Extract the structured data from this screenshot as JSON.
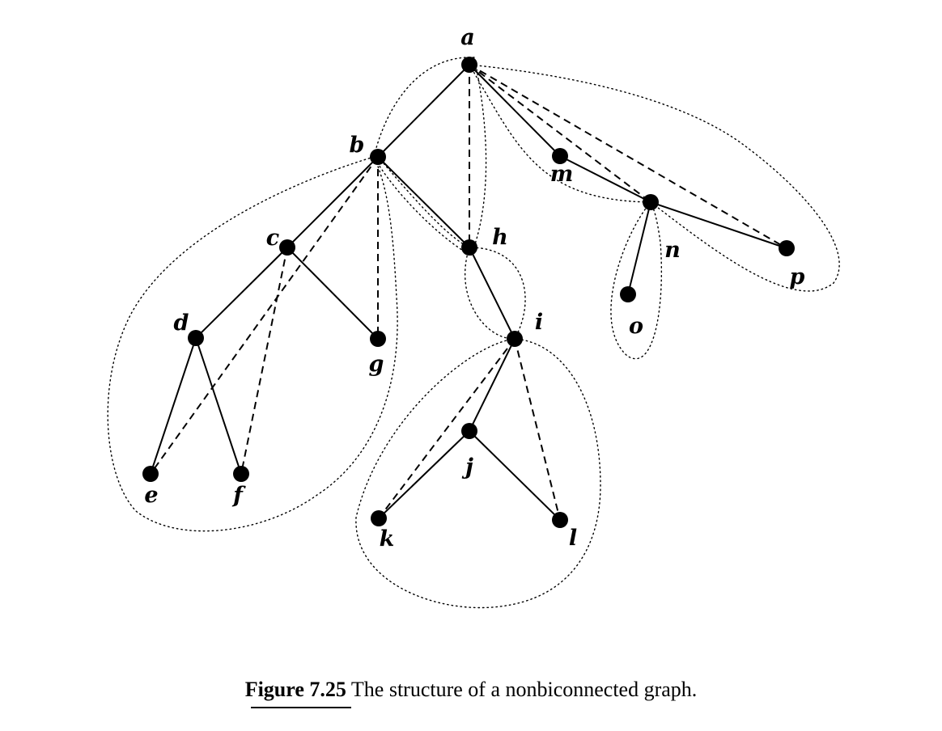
{
  "figure": {
    "caption_label": "Figure 7.25",
    "caption_text": "The structure of a nonbiconnected graph."
  },
  "graph": {
    "nodes": [
      "a",
      "b",
      "c",
      "d",
      "e",
      "f",
      "g",
      "h",
      "i",
      "j",
      "k",
      "l",
      "m",
      "n",
      "o",
      "p"
    ],
    "tree_edges": [
      [
        "a",
        "b"
      ],
      [
        "b",
        "c"
      ],
      [
        "c",
        "d"
      ],
      [
        "d",
        "e"
      ],
      [
        "d",
        "f"
      ],
      [
        "c",
        "g"
      ],
      [
        "b",
        "h"
      ],
      [
        "h",
        "i"
      ],
      [
        "i",
        "j"
      ],
      [
        "j",
        "k"
      ],
      [
        "j",
        "l"
      ],
      [
        "a",
        "m"
      ],
      [
        "m",
        "n"
      ],
      [
        "n",
        "o"
      ],
      [
        "n",
        "p"
      ]
    ],
    "back_edges": [
      [
        "a",
        "h"
      ],
      [
        "a",
        "n"
      ],
      [
        "a",
        "p"
      ],
      [
        "b",
        "e"
      ],
      [
        "b",
        "g"
      ],
      [
        "c",
        "f"
      ],
      [
        "i",
        "k"
      ],
      [
        "i",
        "l"
      ]
    ],
    "components": [
      [
        "a",
        "b",
        "h"
      ],
      [
        "b",
        "c",
        "d",
        "e",
        "f",
        "g"
      ],
      [
        "b",
        "h"
      ],
      [
        "h",
        "i"
      ],
      [
        "i",
        "j",
        "k",
        "l"
      ],
      [
        "a",
        "m",
        "n",
        "p"
      ],
      [
        "n",
        "o"
      ]
    ]
  }
}
